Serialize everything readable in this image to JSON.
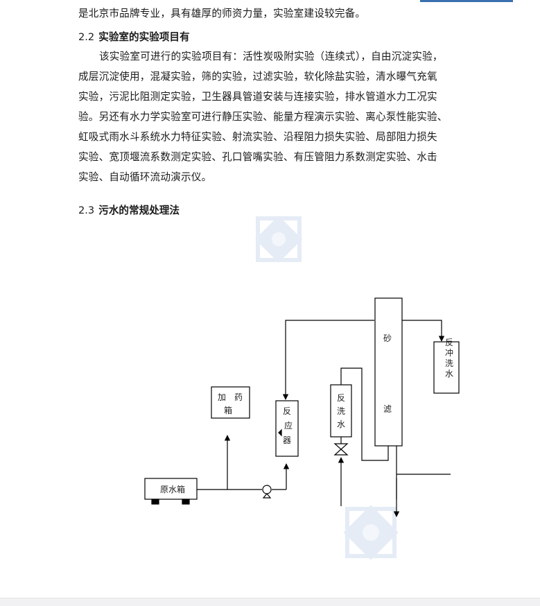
{
  "text": {
    "line0": "是北京市品牌专业，具有雄厚的师资力量，实验室建设较完备。",
    "section22": {
      "num": "2.2",
      "title": "实验室的实验项目有"
    },
    "para": [
      "该实验室可进行的实验项目有：活性炭吸附实验（连续式），自由沉淀实验，",
      "成层沉淀使用，混凝实验，筛的实验，过滤实验，软化除盐实验，清水曝气充氧",
      "实验，污泥比阻测定实验，卫生器具管道安装与连接实验，排水管道水力工况实",
      "验。另还有水力学实验室可进行静压实验、能量方程演示实验、离心泵性能实验、",
      "虹吸式雨水斗系统水力特征实验、射流实验、沿程阻力损失实验、局部阻力损失",
      "实验、宽顶堰流系数测定实验、孔口管嘴实验、有压管阻力系数测定实验、水击",
      "实验、自动循环流动演示仪。"
    ],
    "section23": {
      "num": "2.3",
      "title": "污水的常规处理法"
    }
  },
  "diagram": {
    "raw_tank": "原水箱",
    "dosing_box": [
      "加",
      "药",
      "箱"
    ],
    "reactor": [
      "反",
      "应",
      "器"
    ],
    "backwash_water": [
      "反",
      "洗",
      "水"
    ],
    "sand_filter": [
      "砂",
      "滤"
    ],
    "backflush_water": [
      "反",
      "冲",
      "洗",
      "水"
    ]
  },
  "colors": {
    "text": "#1a1a1a",
    "accent": "#3a6fb0",
    "watermark": "#dfe8f4"
  }
}
